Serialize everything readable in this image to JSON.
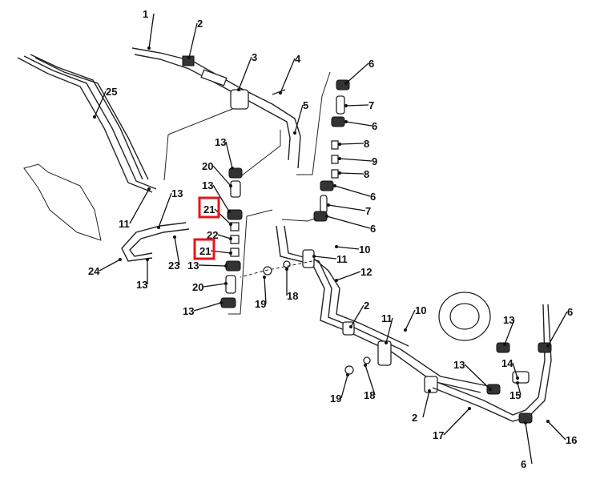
{
  "diagram": {
    "type": "exploded parts diagram - hydraulic tube assembly",
    "highlight_color": "#e8141b",
    "highlighted_callouts": [
      "21",
      "21"
    ]
  },
  "callouts": [
    "1",
    "2",
    "3",
    "4",
    "5",
    "6",
    "7",
    "6",
    "8",
    "9",
    "8",
    "6",
    "7",
    "6",
    "25",
    "13",
    "20",
    "13",
    "21",
    "22",
    "21",
    "13",
    "20",
    "13",
    "13",
    "11",
    "23",
    "24",
    "13",
    "10",
    "11",
    "12",
    "19",
    "18",
    "2",
    "11",
    "10",
    "13",
    "6",
    "13",
    "14",
    "15",
    "19",
    "18",
    "2",
    "17",
    "16",
    "6"
  ]
}
